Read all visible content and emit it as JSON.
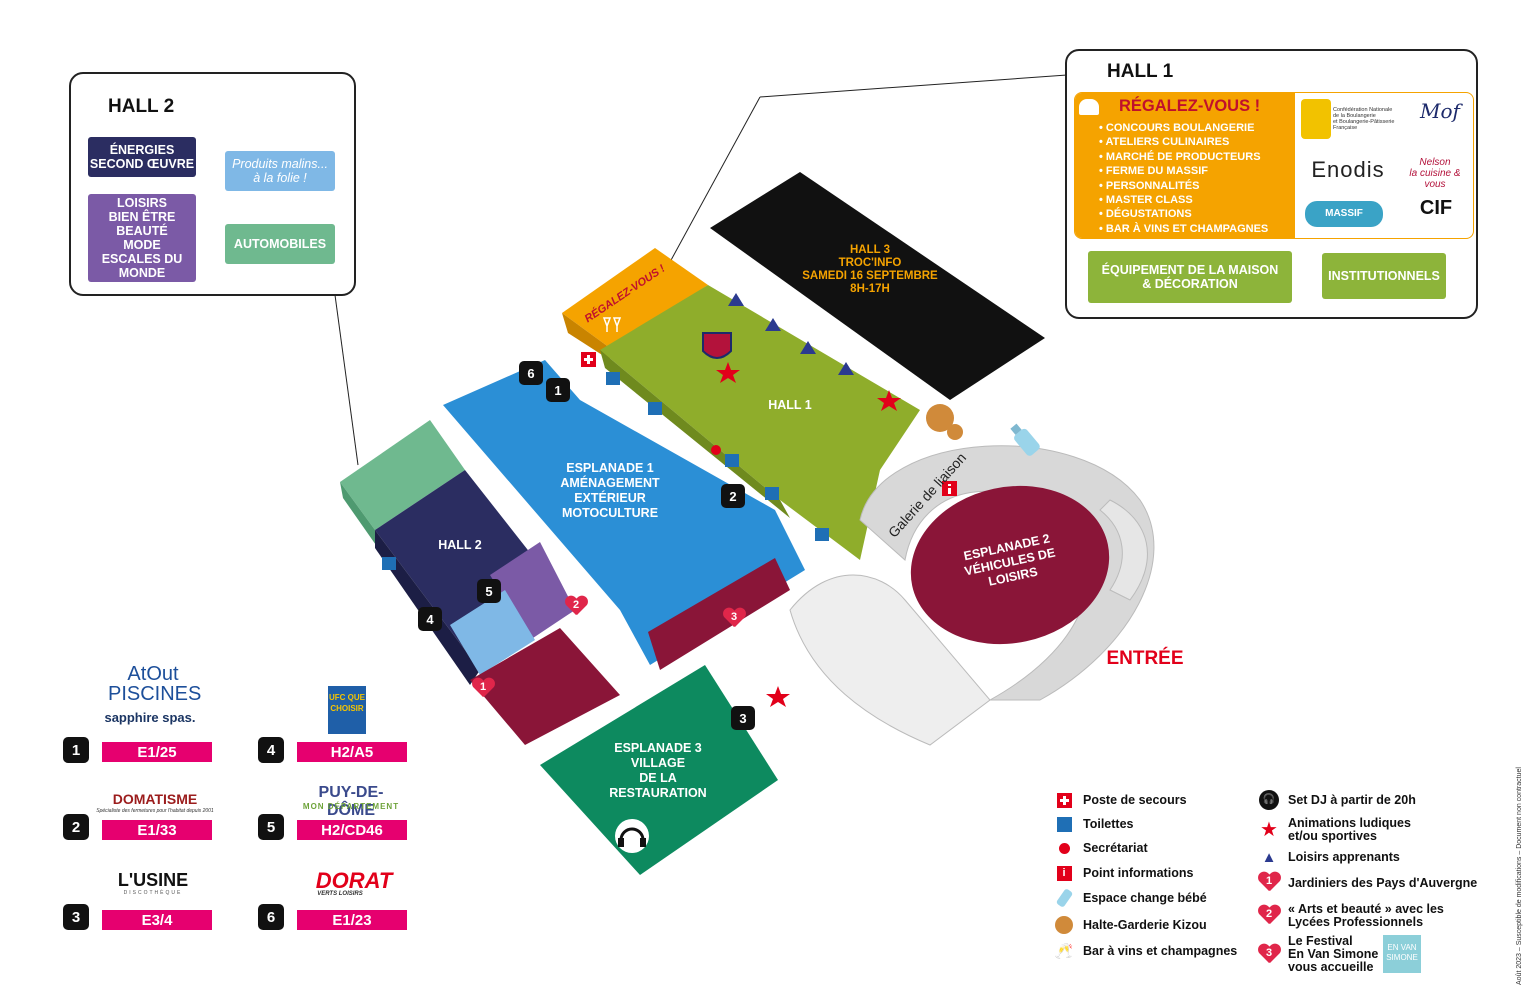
{
  "hall2_box": {
    "title": "HALL 2",
    "tags": [
      {
        "label": "ÉNERGIES\nSECOND ŒUVRE",
        "color": "#2b2d61"
      },
      {
        "label": "LOISIRS\nBIEN ÊTRE\nBEAUTÉ\nMODE\nESCALES DU\nMONDE",
        "color": "#7b5aa6"
      },
      {
        "label": "Produits malins...\nà la folie !",
        "color": "#7fb8e6"
      },
      {
        "label": "AUTOMOBILES",
        "color": "#6fb98f"
      }
    ]
  },
  "hall1_box": {
    "title": "HALL 1",
    "regalez_title": "RÉGALEZ-VOUS !",
    "regalez_items": [
      "• CONCOURS BOULANGERIE",
      "• ATELIERS CULINAIRES",
      "• MARCHÉ DE PRODUCTEURS",
      "• FERME DU MASSIF",
      "• PERSONNALITÉS",
      "• MASTER CLASS",
      "• DÉGUSTATIONS",
      "• BAR À VINS ET CHAMPAGNES"
    ],
    "regalez_color": "#f5a300",
    "logos": [
      "Confédération Nationale\nde la Boulangerie\net Boulangerie-Pâtisserie\nFrançaise",
      "Enodis",
      "Nelson\nla cuisine & vous",
      "MASSIF",
      "CIF"
    ],
    "tags": [
      {
        "label": "ÉQUIPEMENT DE LA MAISON\n& DÉCORATION",
        "color": "#8db43a"
      },
      {
        "label": "INSTITUTIONNELS",
        "color": "#8db43a"
      }
    ]
  },
  "map": {
    "hall3": "HALL 3\nTROC'INFO\nSAMEDI 16 SEPTEMBRE\n8H-17H",
    "hall1": "HALL 1",
    "hall2": "HALL 2",
    "regalez": "RÉGALEZ-VOUS !",
    "esplanade1": "ESPLANADE 1\nAMÉNAGEMENT\nEXTÉRIEUR\nMOTOCULTURE",
    "esplanade2": "ESPLANADE 2\nVÉHICULES DE\nLOISIRS",
    "esplanade3": "ESPLANADE 3\nVILLAGE\nDE LA\nRESTAURATION",
    "galerie": "Galerie de liaison",
    "entree": "ENTRÉE",
    "markers": [
      "1",
      "2",
      "3",
      "4",
      "5",
      "6"
    ],
    "hearts": [
      "1",
      "2",
      "3"
    ],
    "colors": {
      "hall1": "#8fad2b",
      "hall2": "#2b2d61",
      "hall3": "#111111",
      "esplanade1": "#2b8fd6",
      "esplanade2": "#8a1538",
      "esplanade3": "#0d8a5f",
      "regalez": "#f5a300"
    }
  },
  "exhibitors": [
    {
      "num": "1",
      "stand": "E1/25",
      "logo": "AtOut\nPISCINES",
      "logo2": "sapphire spas."
    },
    {
      "num": "2",
      "stand": "E1/33",
      "logo": "DOMATISME",
      "logo2": "Spécialiste des fermetures pour l'habitat depuis 2001"
    },
    {
      "num": "3",
      "stand": "E3/4",
      "logo": "L'USINE",
      "logo2": "DISCOTHÈQUE"
    },
    {
      "num": "4",
      "stand": "H2/A5",
      "logo": "UFC QUE CHOISIR",
      "logo2": ""
    },
    {
      "num": "5",
      "stand": "H2/CD46",
      "logo": "PUY-DE-DÔME",
      "logo2": "MON DÉPARTEMENT"
    },
    {
      "num": "6",
      "stand": "E1/23",
      "logo": "DORAT",
      "logo2": "VERTS LOISIRS"
    }
  ],
  "legend": [
    {
      "icon": "first-aid-icon",
      "label": "Poste de secours"
    },
    {
      "icon": "toilets-icon",
      "label": "Toilettes"
    },
    {
      "icon": "red-dot-icon",
      "label": "Secrétariat"
    },
    {
      "icon": "info-icon",
      "label": "Point informations"
    },
    {
      "icon": "baby-bottle-icon",
      "label": "Espace change bébé"
    },
    {
      "icon": "kizou-mascot-icon",
      "label": "Halte-Garderie Kizou"
    },
    {
      "icon": "champagne-glasses-icon",
      "label": "Bar à vins et champagnes"
    },
    {
      "icon": "headphones-icon",
      "label": "Set DJ à partir de 20h"
    },
    {
      "icon": "red-star-icon",
      "label": "Animations ludiques\net/ou sportives"
    },
    {
      "icon": "blue-triangle-icon",
      "label": "Loisirs apprenants"
    },
    {
      "icon": "heart-1-icon",
      "label": "Jardiniers des Pays d'Auvergne"
    },
    {
      "icon": "heart-2-icon",
      "label": "« Arts et beauté » avec les\nLycées Professionnels"
    },
    {
      "icon": "heart-3-icon",
      "label": "Le Festival\nEn Van Simone\nvous accueille"
    }
  ],
  "en_van_simone": "EN VAN\nSIMONE",
  "side_note": "Août 2023 – Susceptible de modifications – Document non contractuel"
}
